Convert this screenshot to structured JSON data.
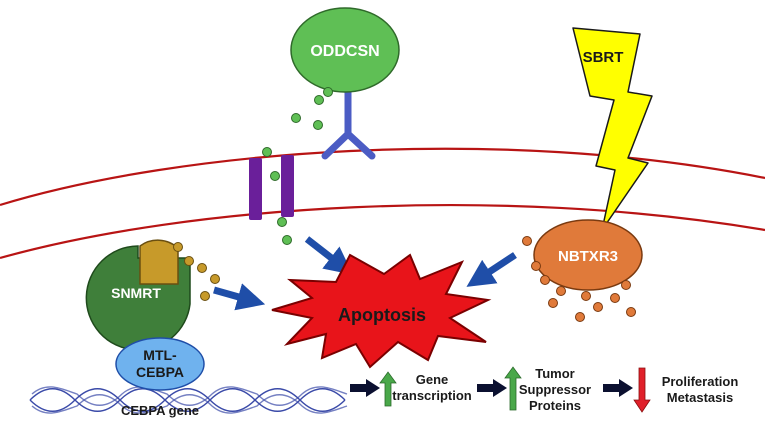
{
  "labels": {
    "oddcsn": "ODDCSN",
    "sbrt": "SBRT",
    "nbtxr3": "NBTXR3",
    "snmrt": "SNMRT",
    "apoptosis": "Apoptosis",
    "mtl_line1": "MTL-",
    "mtl_line2": "CEBPA",
    "cebpa_gene": "CEBPA gene",
    "gene_line1": "Gene",
    "gene_line2": "transcription",
    "tumor_line1": "Tumor",
    "tumor_line2": "Suppressor",
    "tumor_line3": "Proteins",
    "prolif_line1": "Proliferation",
    "prolif_line2": "Metastasis"
  },
  "colors": {
    "membrane": "#b81414",
    "oddcsn_fill": "#5fbf55",
    "receptor": "#4b5cc4",
    "channel": "#6a1f9a",
    "lightning": "#ffff00",
    "nbtxr3_fill": "#e07a3a",
    "snmrt_fill": "#3f7f3a",
    "snmrt_inner": "#c79a2a",
    "apoptosis_fill": "#e8141a",
    "mtl_fill": "#6fb2ee",
    "dna": "#3a4aa8",
    "flow_arrow": "#0b1030",
    "up_arrow": "#4aa84a",
    "down_arrow": "#e0202a",
    "blue_arrow": "#1f4ea8"
  }
}
